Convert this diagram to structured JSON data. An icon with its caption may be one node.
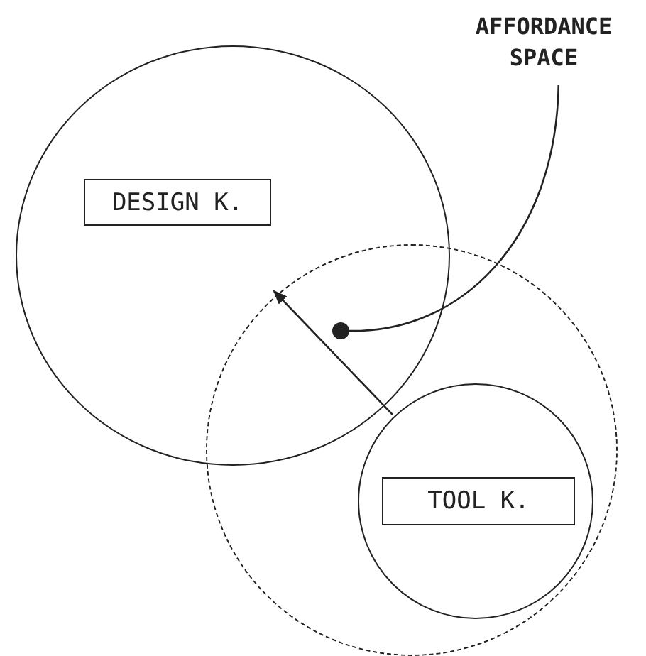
{
  "diagram": {
    "nodes": [
      {
        "text": [],
        "shape": "circle"
      },
      {
        "text": [
          "DESIGN K."
        ],
        "in": 0
      },
      {
        "text": [],
        "shape": "circle"
      },
      {
        "text": [],
        "shape": "circle",
        "in": 2
      },
      {
        "text": [
          "TOOL K."
        ],
        "in": 3
      },
      {
        "text": [
          "AFFORDANCE SPACE"
        ]
      },
      {
        "text": [],
        "shape": "circle"
      }
    ],
    "edges": [
      {
        "from": 5,
        "to": 6,
        "arrow": "none"
      },
      {
        "from": 3,
        "to": null,
        "arrow": "to"
      }
    ]
  }
}
